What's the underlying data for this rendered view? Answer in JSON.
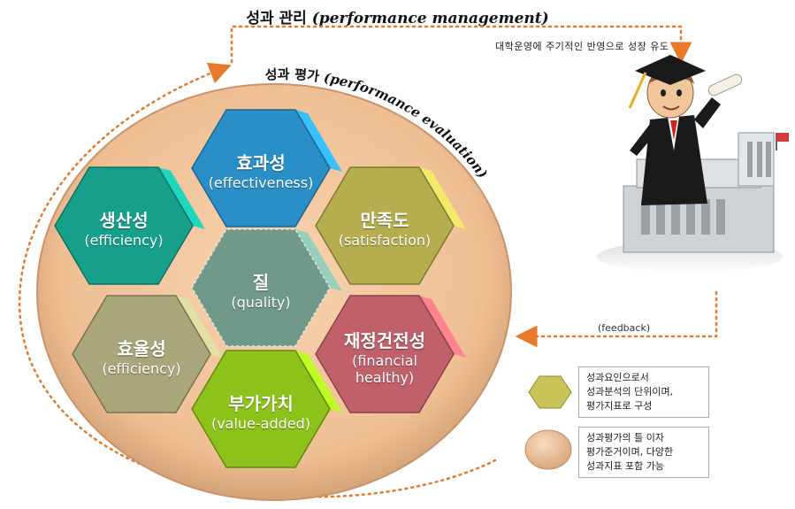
{
  "management_title_ko": "성과 관리",
  "management_title_en": "(performance management)",
  "management_note": "대학운영에 주기적인 반영으로 성장 유도",
  "evaluation_title_ko": "성과 평가",
  "evaluation_title_en": "(performance evaluation)",
  "feedback_label": "(feedback)",
  "hexagons": [
    {
      "id": "effectiveness",
      "ko": "효과성",
      "en": "(effectiveness)",
      "color": "#2a8fc9"
    },
    {
      "id": "productivity",
      "ko": "생산성",
      "en": "(efficiency)",
      "color": "#16a08c"
    },
    {
      "id": "satisfaction",
      "ko": "만족도",
      "en": "(satisfaction)",
      "color": "#b5ad4e"
    },
    {
      "id": "quality",
      "ko": "질",
      "en": "(quality)",
      "color": "#6f9a8a"
    },
    {
      "id": "efficiency",
      "ko": "효율성",
      "en": "(efficiency)",
      "color": "#a8a67a"
    },
    {
      "id": "financial",
      "ko": "재정건전성",
      "en": "(financial\nhealthy)",
      "color": "#c0606a"
    },
    {
      "id": "value_added",
      "ko": "부가가치",
      "en": "(value-added)",
      "color": "#8cc21a"
    }
  ],
  "legend": [
    {
      "text": "성과요인으로서\n성과분석의 단위이며,\n평가지표로 구성"
    },
    {
      "text": "성과평가의 틀 이자\n평가준거이며, 다양한\n성과지표 포함 가능"
    }
  ]
}
